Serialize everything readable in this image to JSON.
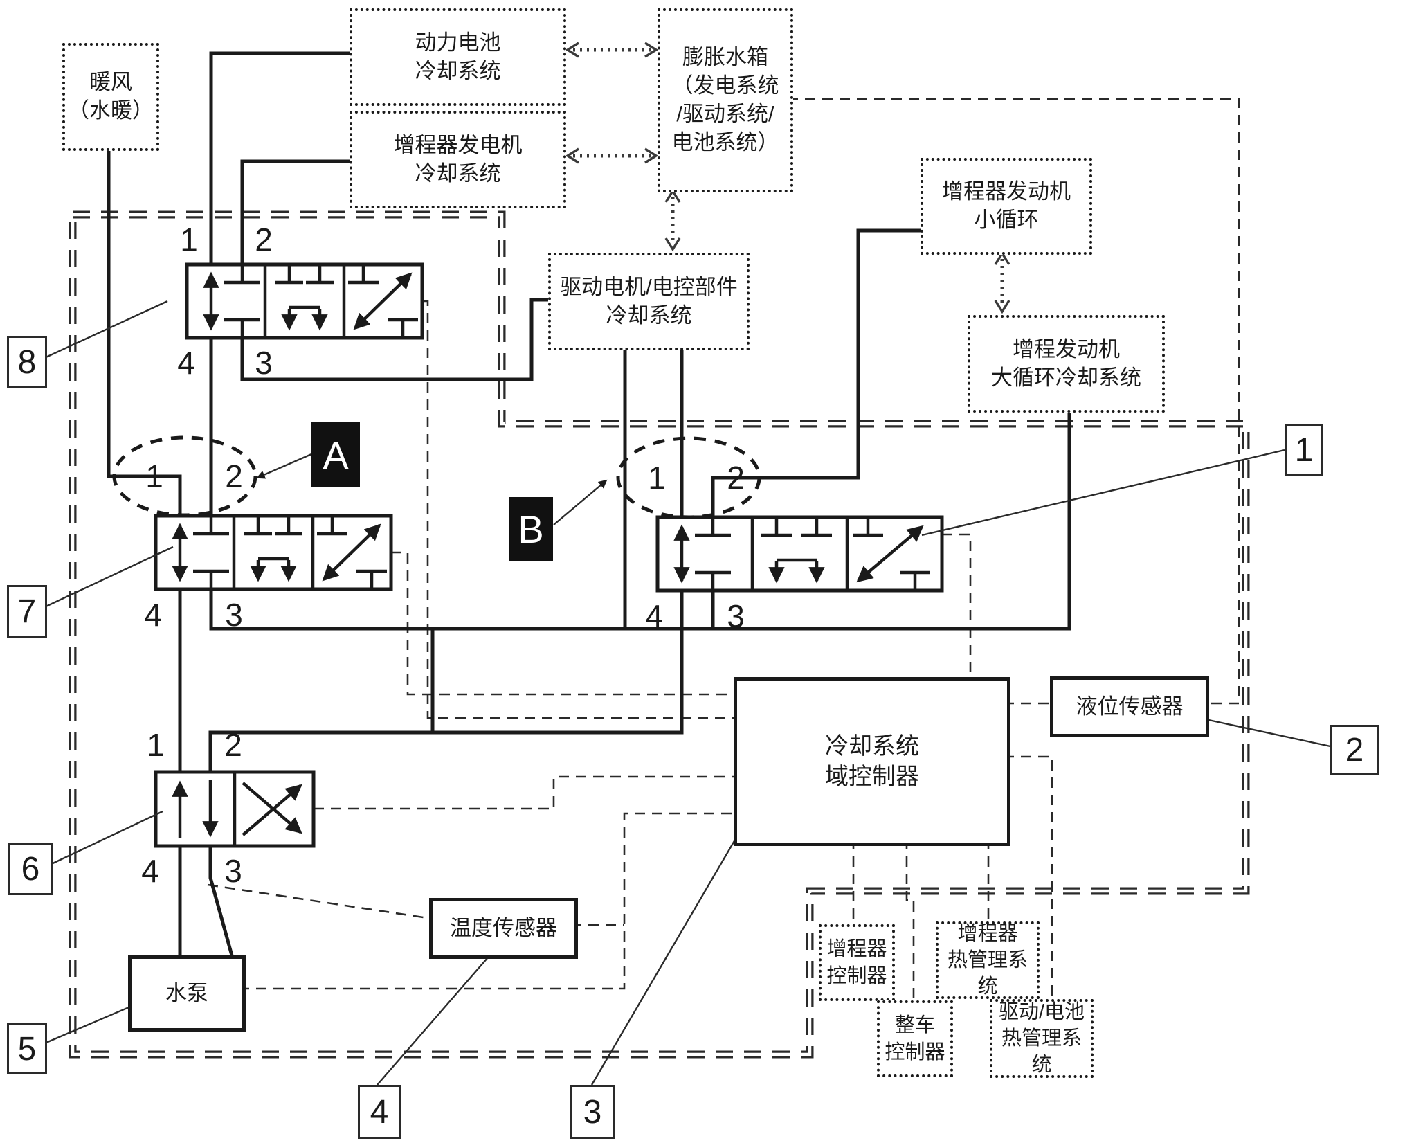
{
  "figure": {
    "background": "#ffffff",
    "ink": "#1a1a1a"
  },
  "boxes": {
    "warm_air": {
      "lines": [
        "暖风",
        "（水暖）"
      ]
    },
    "battery_cooling": {
      "lines": [
        "动力电池",
        "冷却系统"
      ]
    },
    "generator_cooling": {
      "lines": [
        "增程器发电机",
        "冷却系统"
      ]
    },
    "expansion_tank": {
      "lines": [
        "膨胀水箱",
        "（发电系统",
        "/驱动系统/",
        "电池系统）"
      ]
    },
    "engine_small_loop": {
      "lines": [
        "增程器发动机",
        "小循环"
      ]
    },
    "drive_motor_cooling": {
      "lines": [
        "驱动电机/电控部件",
        "冷却系统"
      ]
    },
    "engine_big_loop": {
      "lines": [
        "增程发动机",
        "大循环冷却系统"
      ]
    },
    "domain_controller": {
      "lines": [
        "冷却系统",
        "域控制器"
      ]
    },
    "level_sensor": {
      "lines": [
        "液位传感器"
      ]
    },
    "temp_sensor": {
      "lines": [
        "温度传感器"
      ]
    },
    "water_pump": {
      "lines": [
        "水泵"
      ]
    },
    "re_controller": {
      "lines": [
        "增程器",
        "控制器"
      ]
    },
    "re_tms": {
      "lines": [
        "增程器",
        "热管理系统"
      ]
    },
    "vehicle_controller": {
      "lines": [
        "整车",
        "控制器"
      ]
    },
    "drive_tms": {
      "lines": [
        "驱动/电池",
        "热管理系统"
      ]
    }
  },
  "callouts": {
    "c1": "1",
    "c2": "2",
    "c3": "3",
    "c4": "4",
    "c5": "5",
    "c6": "6",
    "c7": "7",
    "c8": "8"
  },
  "regions": {
    "a": "A",
    "b": "B"
  },
  "port_labels": {
    "p1": "1",
    "p2": "2",
    "p3": "3",
    "p4": "4"
  }
}
